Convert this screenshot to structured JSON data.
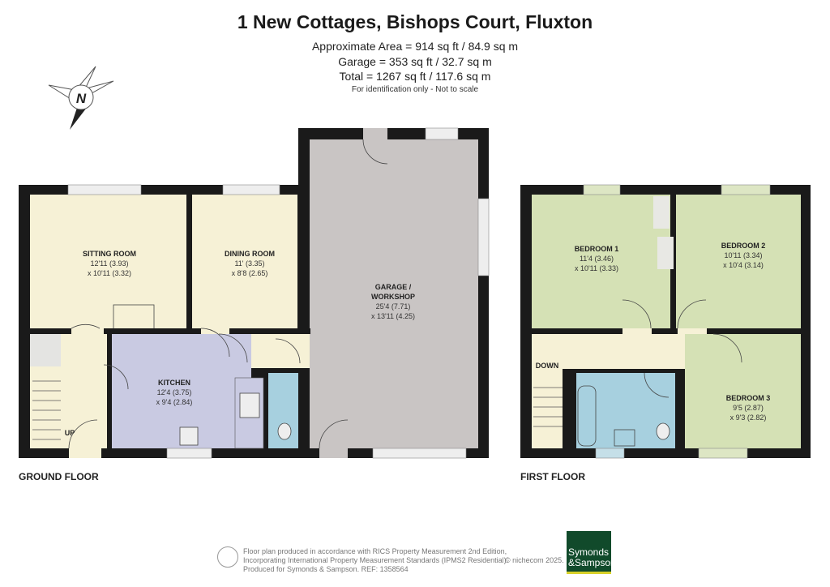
{
  "header": {
    "title": "1 New Cottages, Bishops Court, Fluxton",
    "approximate_area": "Approximate Area = 914 sq ft / 84.9 sq m",
    "garage_area": "Garage = 353 sq ft / 32.7 sq m",
    "total_area": "Total = 1267 sq ft / 117.6 sq m",
    "disclaimer": "For identification only - Not to scale"
  },
  "compass": {
    "label": "N"
  },
  "ground_floor": {
    "label": "GROUND FLOOR",
    "rooms": [
      {
        "name": "SITTING ROOM",
        "dim1": "12'11 (3.93)",
        "dim2": "x 10'11 (3.32)"
      },
      {
        "name": "DINING ROOM",
        "dim1": "11' (3.35)",
        "dim2": "x 8'8 (2.65)"
      },
      {
        "name": "KITCHEN",
        "dim1": "12'4 (3.75)",
        "dim2": "x 9'4 (2.84)"
      },
      {
        "name": "GARAGE /",
        "name2": "WORKSHOP",
        "dim1": "25'4 (7.71)",
        "dim2": "x 13'11 (4.25)"
      }
    ],
    "stairs_label": "UP"
  },
  "first_floor": {
    "label": "FIRST FLOOR",
    "rooms": [
      {
        "name": "BEDROOM 1",
        "dim1": "11'4 (3.46)",
        "dim2": "x 10'11 (3.33)"
      },
      {
        "name": "BEDROOM 2",
        "dim1": "10'11 (3.34)",
        "dim2": "x 10'4 (3.14)"
      },
      {
        "name": "BEDROOM 3",
        "dim1": "9'5 (2.87)",
        "dim2": "x 9'3 (2.82)"
      }
    ],
    "stairs_label": "DOWN"
  },
  "footer": {
    "line1": "Floor plan produced in accordance with RICS Property Measurement 2nd Edition,",
    "line2": "Incorporating International Property Measurement Standards (IPMS2 Residential).",
    "line3": "Produced for Symonds & Sampson.   REF:  1358564",
    "copyright": "© nichecom 2025.",
    "logo_line1": "Symonds",
    "logo_line2": "&Sampson"
  },
  "colors": {
    "wall": "#1a1a1a",
    "hall": "#f6f1d6",
    "kitchen": "#c9cae2",
    "bathroom": "#a7d0df",
    "bedroom": "#d5e1b5",
    "garage": "#c9c5c4",
    "logo": "#114a2b"
  }
}
